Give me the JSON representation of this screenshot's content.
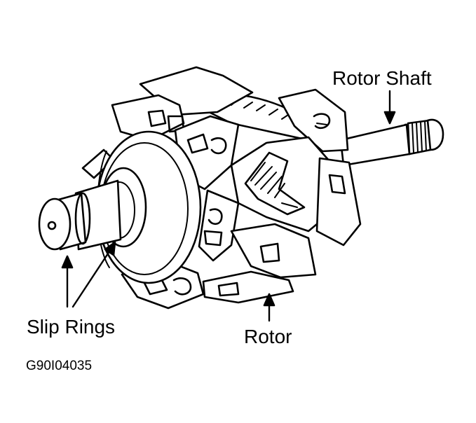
{
  "labels": {
    "rotor_shaft": "Rotor Shaft",
    "slip_rings": "Slip Rings",
    "rotor": "Rotor"
  },
  "figure_code": "G90I04035",
  "colors": {
    "line": "#000000",
    "background": "#ffffff"
  }
}
